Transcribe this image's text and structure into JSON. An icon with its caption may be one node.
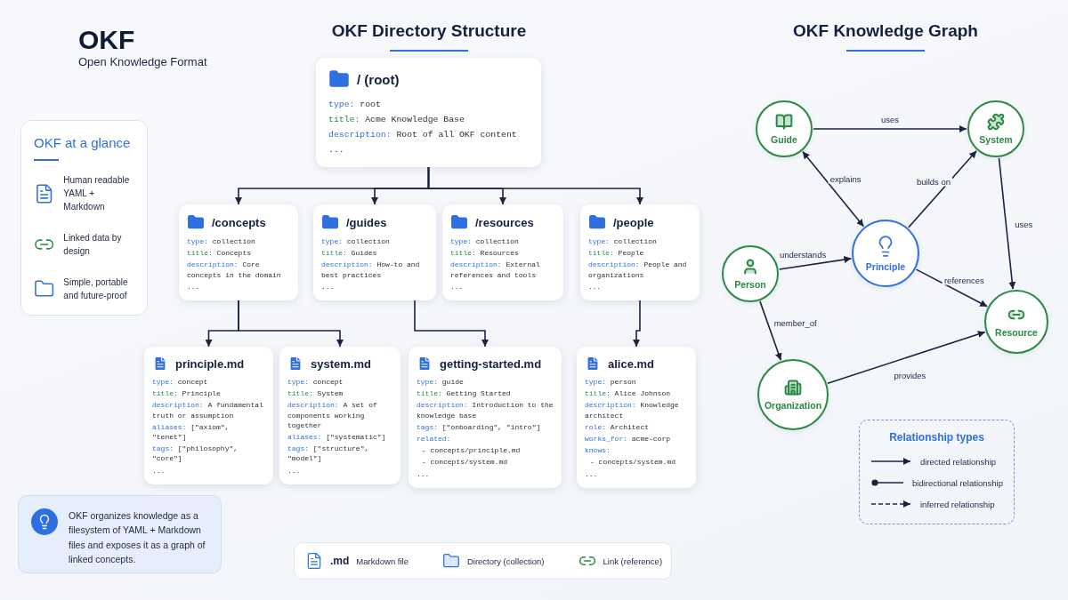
{
  "diagram": {
    "title": "OKF",
    "nodes": [
      {
        "text": [
          "/ (root)",
          "type: root",
          "title: Acme Knowledge Base",
          "description: Root of all OKF content",
          "..."
        ]
      },
      {
        "text": [
          "/concepts",
          "type: collection",
          "title: Concepts",
          "description: Core concepts in the domain",
          "..."
        ]
      },
      {
        "text": [
          "/guides",
          "type: collection",
          "title: Guides",
          "description: How-to and best practices",
          "..."
        ]
      },
      {
        "text": [
          "/resources",
          "type: collection",
          "title: Resources",
          "description: External references and tools",
          "..."
        ]
      },
      {
        "text": [
          "/people",
          "type: collection",
          "title: People",
          "description: People and organizations",
          "..."
        ]
      },
      {
        "text": [
          "principle.md",
          "type: concept",
          "title: Principle",
          "description: A fundamental truth or assumption",
          "aliases: [\"axiom\", \"tenet\"]",
          "tags: [\"philosophy\", \"core\"]",
          "..."
        ]
      },
      {
        "text": [
          "system.md",
          "type: concept",
          "title: System",
          "description: A set of components working together",
          "aliases: [\"systematic\"]",
          "tags: [\"structure\", \"model\"]",
          "..."
        ]
      },
      {
        "text": [
          "getting-started.md",
          "type: guide",
          "title: Getting Started",
          "description: Introduction to the knowledge base",
          "tags: [\"onboarding\", \"intro\"]",
          "related:",
          "- concepts/principle.md",
          "- concepts/system.md",
          "..."
        ]
      },
      {
        "text": [
          "alice.md",
          "type: person",
          "title: Alice Johnson",
          "description: Knowledge architect",
          "role: Architect",
          "works_for: acme-corp",
          "knows:",
          "- concepts/system.md",
          "..."
        ]
      },
      {
        "text": [
          "Guide"
        ]
      },
      {
        "text": [
          "System"
        ]
      },
      {
        "text": [
          "Principle"
        ]
      },
      {
        "text": [
          "Person"
        ]
      },
      {
        "text": [
          "Resource"
        ]
      },
      {
        "text": [
          "Organization"
        ]
      },
      {
        "text": [
          "OKF at a glance",
          "Human readable YAML + Markdown",
          "Linked data by design",
          "Simple, portable and future-proof"
        ]
      },
      {
        "text": [
          "OKF organizes knowledge as a filesystem of YAML + Markdown files and exposes it as a graph of linked concepts."
        ]
      }
    ],
    "edges": [
      {
        "from": 0,
        "to": 1,
        "arrow": "to"
      },
      {
        "from": 0,
        "to": 2,
        "arrow": "to"
      },
      {
        "from": 0,
        "to": 3,
        "arrow": "to"
      },
      {
        "from": 0,
        "to": 4,
        "arrow": "to"
      },
      {
        "from": 1,
        "to": 5,
        "arrow": "to"
      },
      {
        "from": 1,
        "to": 6,
        "arrow": "to"
      },
      {
        "from": 2,
        "to": 7,
        "arrow": "to"
      },
      {
        "from": 4,
        "to": 8,
        "arrow": "to"
      },
      {
        "from": 9,
        "to": 10,
        "arrow": "to",
        "label": "uses"
      },
      {
        "from": 9,
        "to": 11,
        "arrow": "both",
        "label": "explains"
      },
      {
        "from": 11,
        "to": 10,
        "arrow": "to",
        "label": "builds on"
      },
      {
        "from": 12,
        "to": 11,
        "arrow": "to",
        "label": "understands"
      },
      {
        "from": 10,
        "to": 13,
        "arrow": "to",
        "label": "uses"
      },
      {
        "from": 11,
        "to": 13,
        "arrow": "to",
        "label": "references"
      },
      {
        "from": 12,
        "to": 14,
        "arrow": "to",
        "label": "member_of"
      },
      {
        "from": 14,
        "to": 13,
        "arrow": "to",
        "label": "provides"
      }
    ],
    "labels": [
      "Open Knowledge Format",
      "OKF Directory Structure",
      "OKF Knowledge Graph",
      ".md",
      "Relationship types"
    ],
    "legend": [
      {
        "text": "Markdown file"
      },
      {
        "text": "Directory (collection)"
      },
      {
        "text": "Link (reference)"
      },
      {
        "text": "directed relationship"
      },
      {
        "text": "bidirectional relationship"
      },
      {
        "text": "inferred relationship"
      }
    ]
  }
}
